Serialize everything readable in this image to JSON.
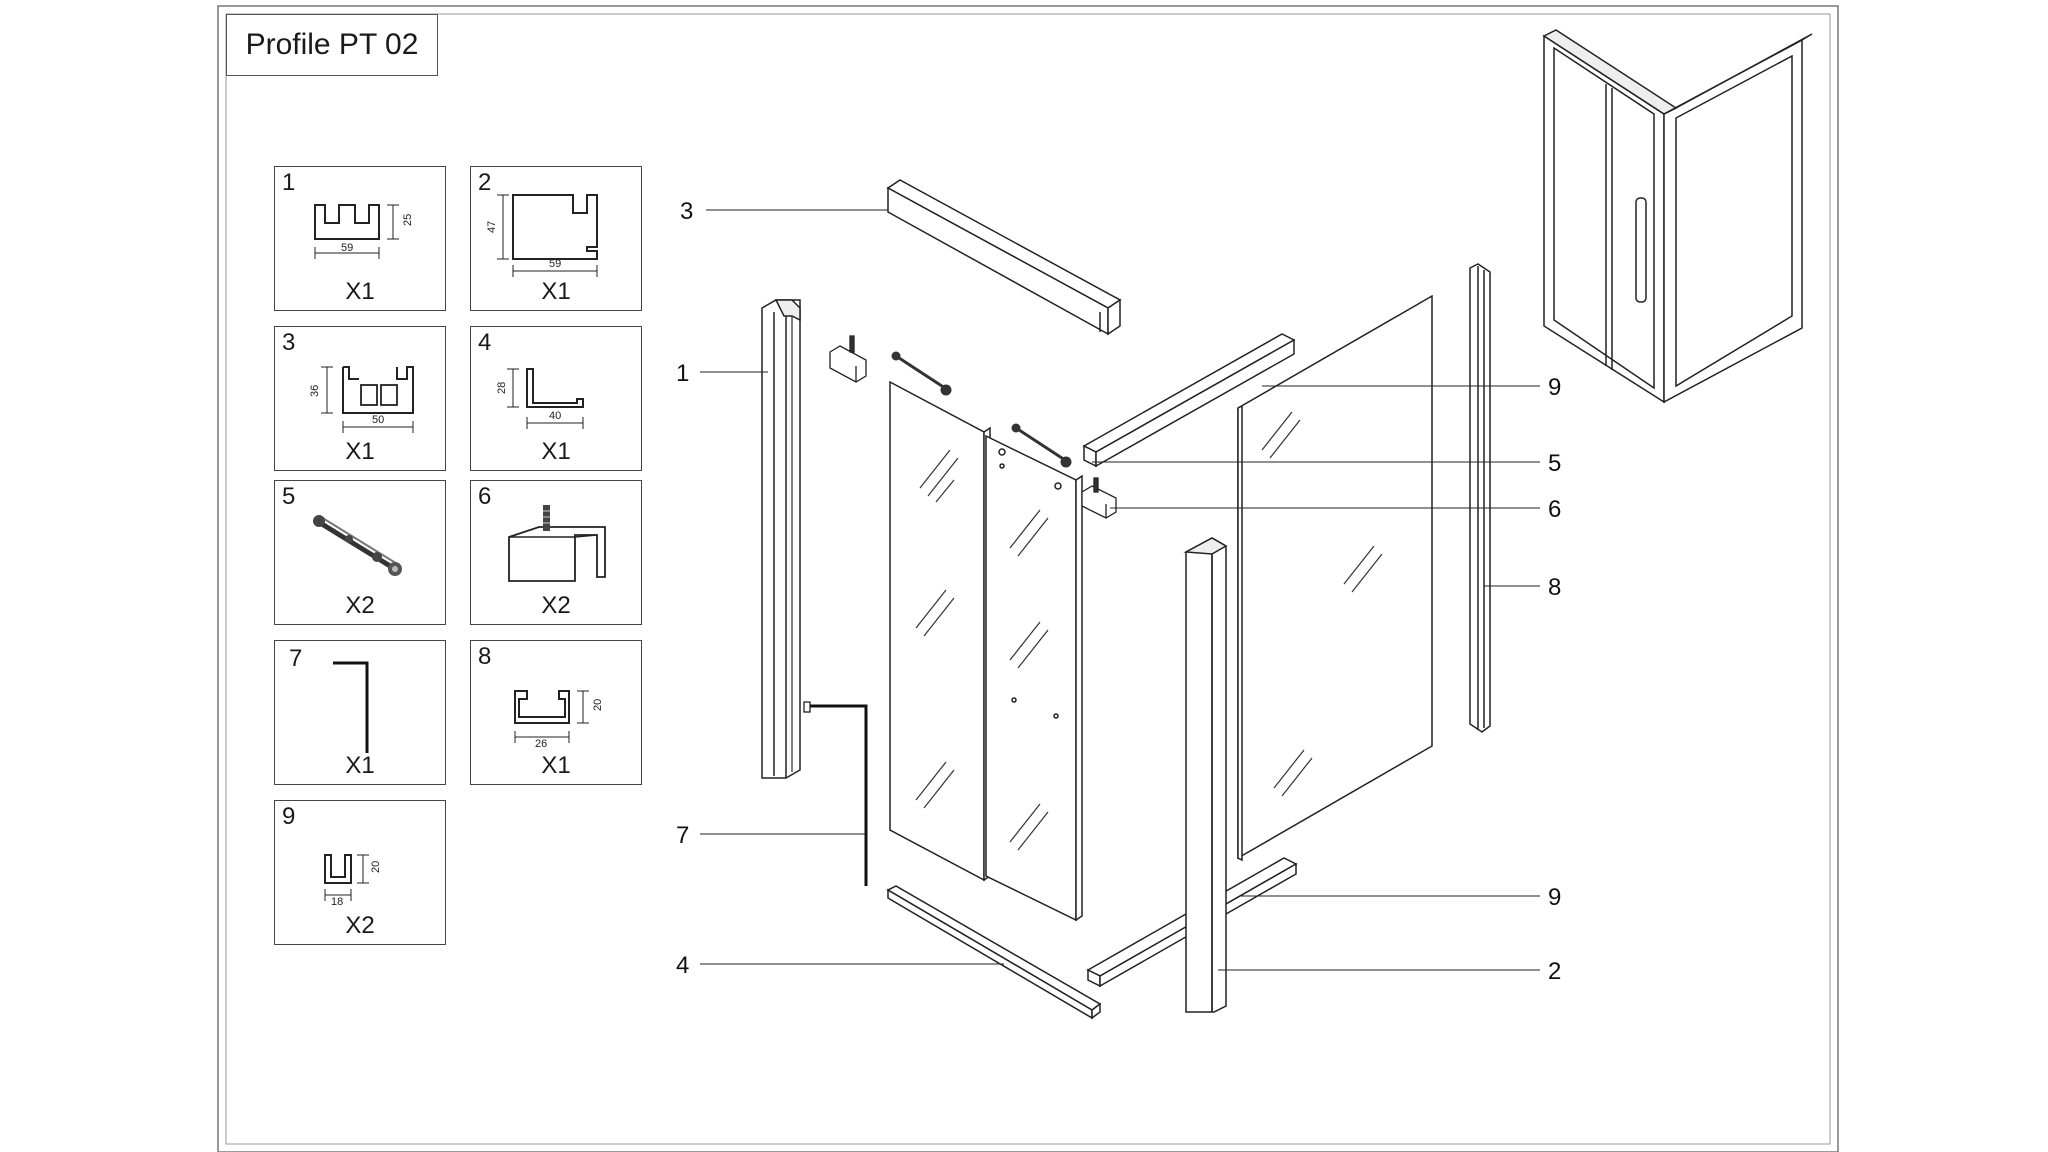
{
  "title": "Profile PT 02",
  "parts": [
    {
      "num": "1",
      "qty": "X1",
      "dims": [
        "59",
        "25"
      ]
    },
    {
      "num": "2",
      "qty": "X1",
      "dims": [
        "59",
        "47"
      ]
    },
    {
      "num": "3",
      "qty": "X1",
      "dims": [
        "50",
        "36"
      ]
    },
    {
      "num": "4",
      "qty": "X1",
      "dims": [
        "40",
        "28"
      ]
    },
    {
      "num": "5",
      "qty": "X2"
    },
    {
      "num": "6",
      "qty": "X2"
    },
    {
      "num": "7",
      "qty": "X1"
    },
    {
      "num": "8",
      "qty": "X1",
      "dims": [
        "26",
        "20"
      ]
    },
    {
      "num": "9",
      "qty": "X2",
      "dims": [
        "18",
        "20"
      ]
    }
  ],
  "callouts": {
    "left": [
      "3",
      "1",
      "7",
      "4"
    ],
    "right": [
      "9",
      "5",
      "6",
      "8",
      "9",
      "2"
    ]
  }
}
